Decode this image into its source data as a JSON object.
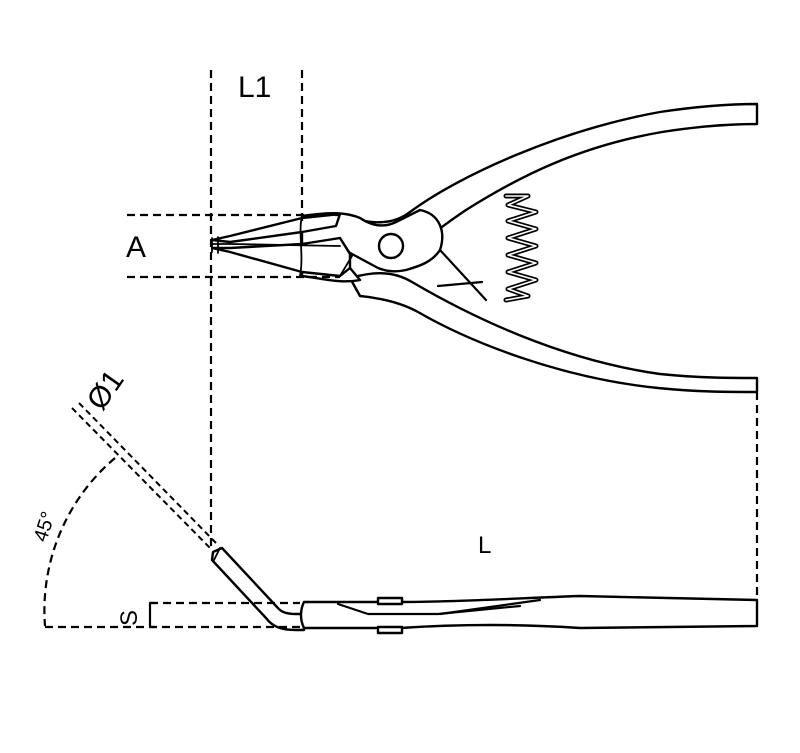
{
  "diagram": {
    "subject": "external circlip pliers, 45° bent tips",
    "views": [
      "top-view",
      "side-view"
    ],
    "colors": {
      "line": "#000000",
      "background": "#ffffff"
    }
  },
  "dimensions": {
    "tip_length": {
      "label": "L1"
    },
    "opening": {
      "label": "A"
    },
    "tip_diameter": {
      "label": "Ø1"
    },
    "bend_angle": {
      "label": "45°"
    },
    "offset": {
      "label": "S"
    },
    "overall_length": {
      "label": "L"
    }
  }
}
